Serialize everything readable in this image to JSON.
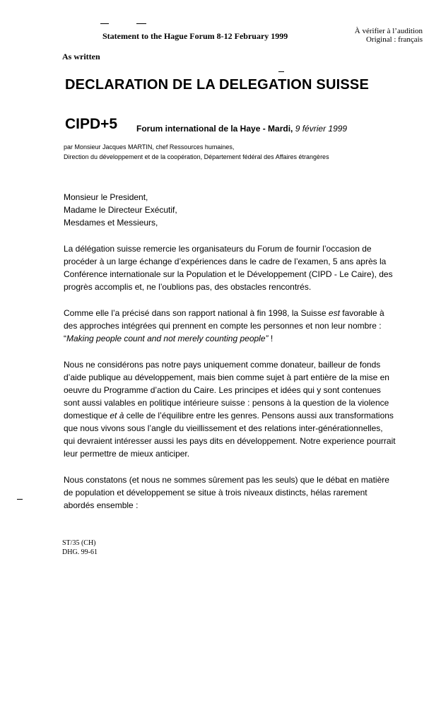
{
  "header": {
    "statement": "Statement to the Hague Forum 8-12 February 1999",
    "verify_line1": "À vérifier à  l’audition",
    "verify_line2": "Original : français"
  },
  "as_written": "As written",
  "title": "DECLARATION DE LA DELEGATION SUISSE",
  "cipd": "CIPD+5",
  "forum": {
    "place": "Forum international de la Haye - Mardi,",
    "date": "9 février 1999"
  },
  "byline": {
    "line1": "par Monsieur Jacques MARTIN, chef Ressources humaines,",
    "line2": "Direction du développement et de la coopération, Département fédéral des Affaires étrangères"
  },
  "salutation": {
    "line1": "Monsieur le President,",
    "line2": "Madame le Directeur Exécutif,",
    "line3": "Mesdames et Messieurs,"
  },
  "paragraphs": {
    "p1": "La délégation suisse remercie les organisateurs du Forum de fournir l’occasion de procéder à un large échange d’expériences dans le cadre de l’examen, 5 ans après la Conférence internationale sur la Population et le Développement (CIPD - Le Caire), des progrès accomplis et, ne l’oublions pas, des obstacles rencontrés.",
    "p2_a": "Comme elle l’a précisé dans son rapport national à fin 1998, la Suisse ",
    "p2_b": "est",
    "p2_c": " favorable à des approches intégrées qui prennent en compte les personnes et non leur nombre : “",
    "p2_d": "Making people count and not merely counting people”",
    "p2_e": " !",
    "p3_a": "Nous ne considérons pas notre pays uniquement comme donateur, bailleur de fonds d’aide publique au développement, mais bien comme sujet à part entière de la mise en oeuvre du Programme d’action du Caire. Les principes et idées qui y sont contenues sont aussi valables en politique intérieure suisse : pensons à la question de la violence domestique ",
    "p3_b": "et à",
    "p3_c": " celle de l’équilibre entre les genres. Pensons aussi aux transformations que nous vivons sous l’angle du vieillissement et des relations inter-générationnelles, qui devraient intéresser aussi les pays dits en développement. Notre experience pourrait leur permettre de mieux anticiper.",
    "p4": "Nous constatons (et nous ne sommes sûrement pas les seuls) que le débat en matière de population et développement se situe à trois niveaux distincts, hélas rarement abordés ensemble :"
  },
  "footer": {
    "ref1": "ST/35 (CH)",
    "ref2": "DHG. 99-61"
  }
}
